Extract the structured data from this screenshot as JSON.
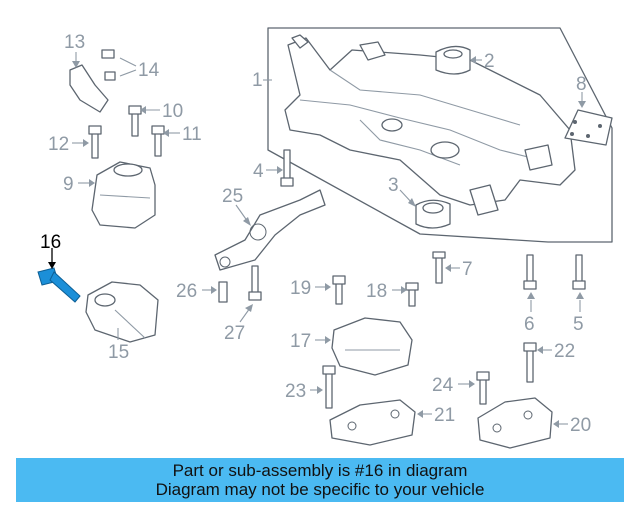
{
  "labels": [
    "1",
    "2",
    "3",
    "4",
    "5",
    "6",
    "7",
    "8",
    "9",
    "10",
    "11",
    "12",
    "13",
    "14",
    "15",
    "16",
    "17",
    "18",
    "19",
    "20",
    "21",
    "22",
    "23",
    "24",
    "25",
    "26",
    "27"
  ],
  "highlighted_part": "16",
  "highlight_color": "#1b8fd8",
  "banner": {
    "line1": "Part or sub-assembly is #16 in diagram",
    "line2": "Diagram may not be specific to your vehicle",
    "background": "#4bbaf2"
  }
}
